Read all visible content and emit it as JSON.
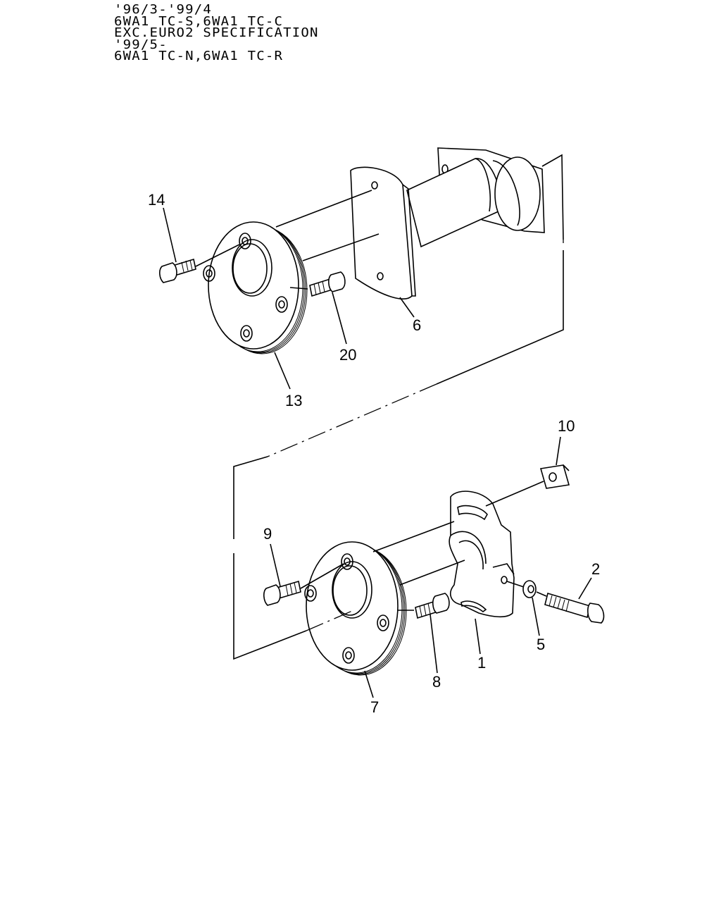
{
  "header": {
    "lines": [
      "'96/3-'99/4",
      "6WA1 TC-S,6WA1 TC-C",
      "EXC.EURO2 SPECIFICATION",
      "'99/5-",
      "6WA1 TC-N,6WA1 TC-R"
    ]
  },
  "callouts": {
    "p14": "14",
    "p6": "6",
    "p20": "20",
    "p13": "13",
    "p10": "10",
    "p9": "9",
    "p2": "2",
    "p5": "5",
    "p1": "1",
    "p8": "8",
    "p7": "7"
  }
}
